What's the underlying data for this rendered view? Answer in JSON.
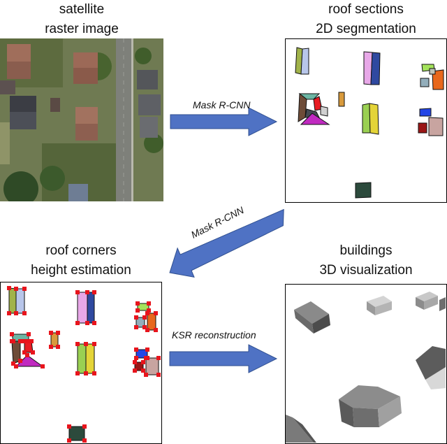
{
  "panels": {
    "satellite": {
      "line1": "satellite",
      "line2": "raster image"
    },
    "segmentation": {
      "line1": "roof sections",
      "line2": "2D segmentation"
    },
    "corners": {
      "line1": "roof corners",
      "line2": "height estimation"
    },
    "buildings": {
      "line1": "buildings",
      "line2": "3D visualization"
    }
  },
  "arrows": {
    "sat_to_seg": "Mask R-CNN",
    "seg_to_corners": "Mask R-CNN",
    "corners_to_buildings": "KSR reconstruction"
  },
  "colors": {
    "arrow_fill": "#4f72c4",
    "arrow_stroke": "#2f4f8f",
    "corner_marker": "#e8141c"
  }
}
